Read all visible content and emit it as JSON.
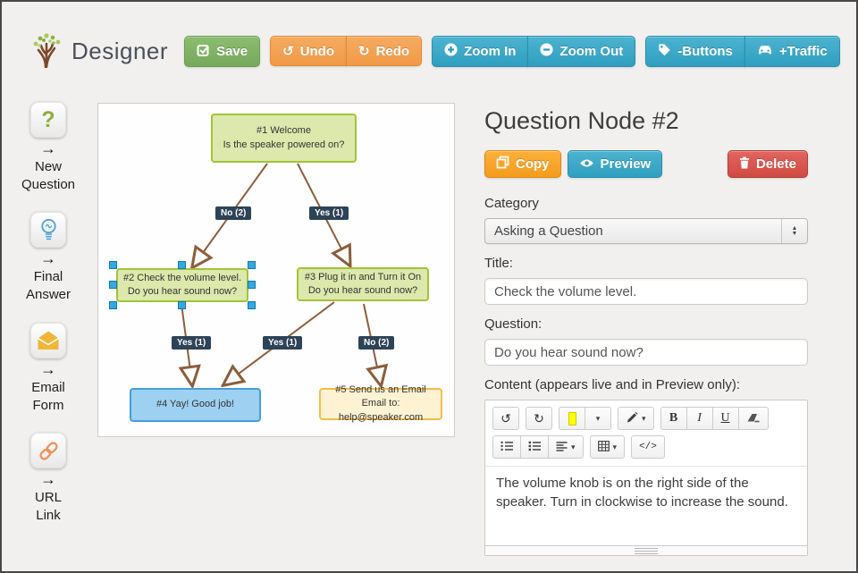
{
  "header": {
    "app_title": "Designer",
    "save_label": "Save",
    "undo_label": "Undo",
    "redo_label": "Redo",
    "zoom_in_label": "Zoom In",
    "zoom_out_label": "Zoom Out",
    "buttons_label": "-Buttons",
    "traffic_label": "+Traffic"
  },
  "icons": {
    "arrow_right": "→",
    "undo": "↺",
    "redo": "↻",
    "caret_down": "▾",
    "spin_up": "▲",
    "spin_down": "▼",
    "question_mark": "?"
  },
  "sidebar": {
    "items": [
      {
        "icon": "question-icon",
        "line1": "New",
        "line2": "Question"
      },
      {
        "icon": "bulb-icon",
        "line1": "Final",
        "line2": "Answer"
      },
      {
        "icon": "email-icon",
        "line1": "Email",
        "line2": "Form"
      },
      {
        "icon": "link-icon",
        "line1": "URL",
        "line2": "Link"
      }
    ]
  },
  "canvas": {
    "nodes": [
      {
        "id": 1,
        "type": "question",
        "selected": false,
        "line1": "#1 Welcome",
        "line2": "Is the speaker powered on?"
      },
      {
        "id": 2,
        "type": "question",
        "selected": true,
        "line1": "#2 Check the volume level.",
        "line2": "Do you hear sound now?"
      },
      {
        "id": 3,
        "type": "question",
        "selected": false,
        "line1": "#3 Plug it in and Turn it On",
        "line2": "Do you hear sound now?"
      },
      {
        "id": 4,
        "type": "answer",
        "selected": false,
        "line1": "#4 Yay! Good job!",
        "line2": ""
      },
      {
        "id": 5,
        "type": "email",
        "selected": false,
        "line1": "#5 Send us an Email",
        "line2": "Email to: help@speaker.com"
      }
    ],
    "edge_labels": [
      "No (2)",
      "Yes (1)",
      "Yes (1)",
      "Yes (1)",
      "No (2)"
    ],
    "colors": {
      "question_fill": "#dce8ac",
      "question_border": "#a2c437",
      "answer_fill": "#9ed1f1",
      "answer_border": "#459fd9",
      "email_fill": "#fdf3d3",
      "email_border": "#f5bc4a",
      "edge_line": "#8c5e3c",
      "edge_label_bg": "#2d4357",
      "selection_handle": "#35a8e0"
    }
  },
  "inspector": {
    "title": "Question Node #2",
    "copy_label": "Copy",
    "preview_label": "Preview",
    "delete_label": "Delete",
    "category_label": "Category",
    "category_value": "Asking a Question",
    "title_label": "Title:",
    "title_value": "Check the volume level.",
    "question_label": "Question:",
    "question_value": "Do you hear sound now?",
    "content_label": "Content (appears live and in Preview only):",
    "content_value": "The volume knob is on the right side of the speaker. Turn in clockwise to increase the sound.",
    "editor": {
      "bold_label": "B",
      "italic_label": "I",
      "underline_label": "U",
      "code_label": "</>"
    }
  }
}
